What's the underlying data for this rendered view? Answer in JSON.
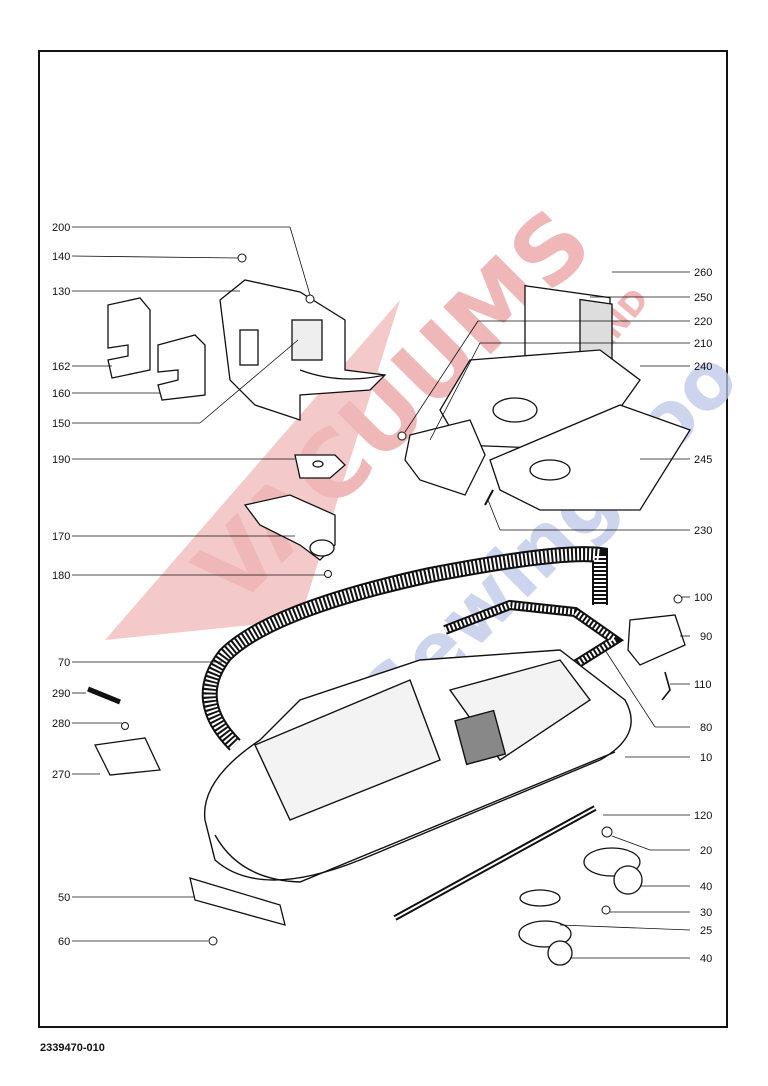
{
  "diagram": {
    "document_number": "2339470-010",
    "watermark": {
      "line1": "VACUUMS",
      "line2": "Sewing too",
      "line3": "AND"
    },
    "callouts": [
      "200",
      "140",
      "130",
      "162",
      "160",
      "150",
      "190",
      "170",
      "180",
      "70",
      "290",
      "280",
      "270",
      "50",
      "60",
      "260",
      "250",
      "220",
      "210",
      "240",
      "245",
      "230",
      "100",
      "90",
      "110",
      "80",
      "10",
      "120",
      "20",
      "40",
      "30",
      "25",
      "40"
    ]
  },
  "colors": {
    "line": "#111111",
    "watermark_red": "#e8a3a3",
    "watermark_blue": "#b9c3e6",
    "fill": "#ffffff",
    "shade": "#dcdcdc"
  }
}
